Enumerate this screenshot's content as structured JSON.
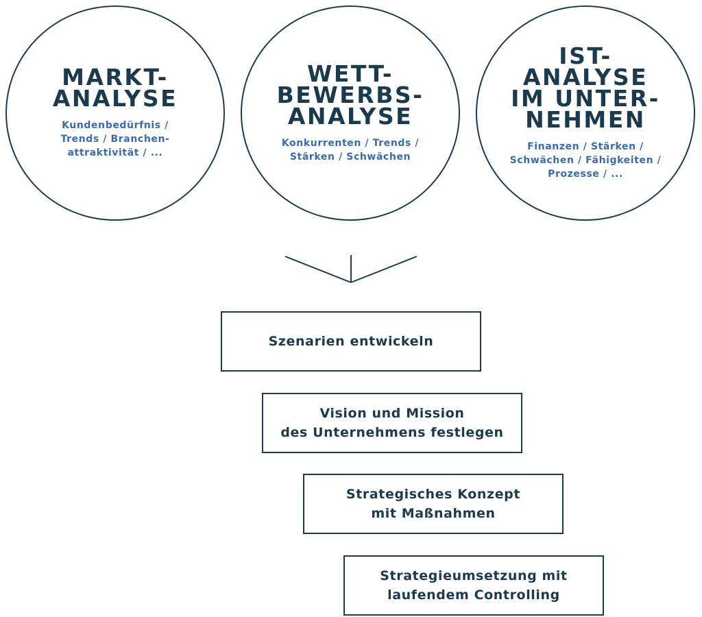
{
  "circles": [
    {
      "title": "MARKT-\nANALYSE",
      "subtitle": "Kundenbedürfnis /\nTrends / Branchen-\nattraktivität / ..."
    },
    {
      "title": "WETT-\nBEWERBS-\nANALYSE",
      "subtitle": "Konkurrenten / Trends /\nStärken / Schwächen"
    },
    {
      "title": "IST-\nANALYSE\nIM UNTER-\nNEHMEN",
      "subtitle": "Finanzen / Stärken /\nSchwächen / Fähigkeiten /\nProzesse / ..."
    }
  ],
  "steps": [
    {
      "label": "Szenarien entwickeln"
    },
    {
      "label": "Vision und Mission\ndes Unternehmens festlegen"
    },
    {
      "label": "Strategisches Konzept\nmit Maßnahmen"
    },
    {
      "label": "Strategieumsetzung mit\nlaufendem Controlling"
    }
  ],
  "colors": {
    "primary": "#1c3a4e",
    "accent": "#3a6bb0",
    "background": "#ffffff"
  }
}
